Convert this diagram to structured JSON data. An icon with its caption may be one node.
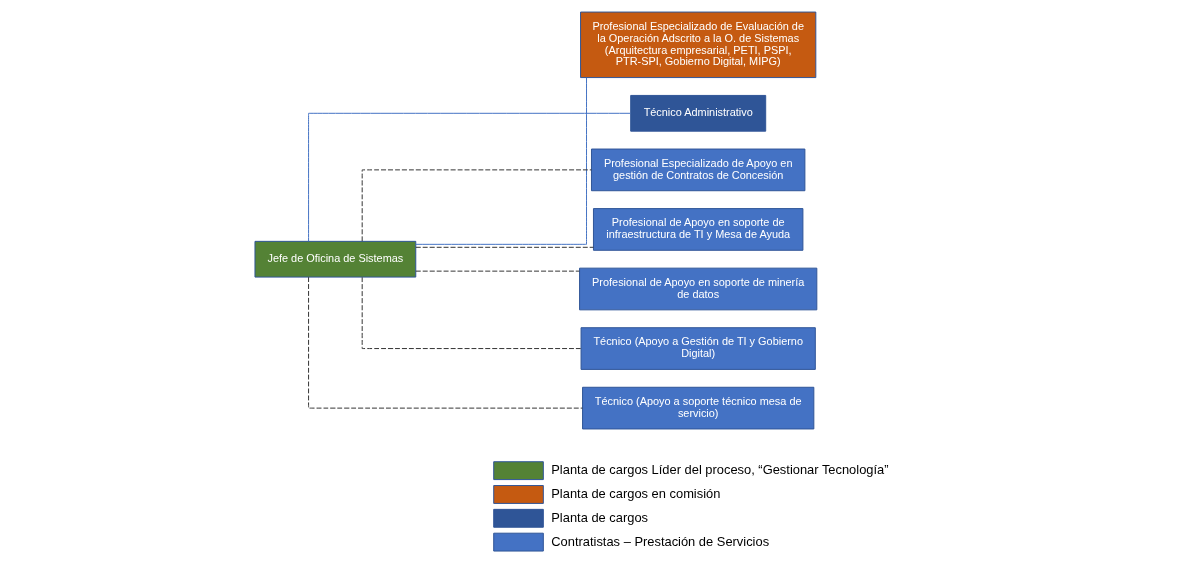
{
  "diagram": {
    "nodes": [
      {
        "text": [
          "Jefe de Oficina de Sistemas"
        ]
      },
      {
        "text": [
          "Profesional Especializado de Evaluación de la Operación Adscrito a la O. de Sistemas (Arquitectura empresarial, PETI, PSPI, PTR-SPI, Gobierno Digital, MIPG)"
        ]
      },
      {
        "text": [
          "Técnico Administrativo"
        ]
      },
      {
        "text": [
          "Profesional Especializado de Apoyo en gestión de Contratos de Concesión"
        ]
      },
      {
        "text": [
          "Profesional de Apoyo en soporte de infraestructura de TI y Mesa de Ayuda"
        ]
      },
      {
        "text": [
          "Profesional de Apoyo en soporte de minería de datos"
        ]
      },
      {
        "text": [
          "Técnico (Apoyo a Gestión de TI y Gobierno Digital)"
        ]
      },
      {
        "text": [
          "Técnico (Apoyo a soporte técnico mesa de servicio)"
        ]
      }
    ],
    "edges": [
      {
        "from": 0,
        "to": 1,
        "arrow": "none",
        "color": "#4472c4"
      },
      {
        "from": 0,
        "to": 2,
        "arrow": "none",
        "color": "#4472c4"
      },
      {
        "from": 0,
        "to": 3,
        "arrow": "none",
        "style": "dashed"
      },
      {
        "from": 0,
        "to": 4,
        "arrow": "none",
        "style": "dashed"
      },
      {
        "from": 0,
        "to": 5,
        "arrow": "none",
        "style": "dashed"
      },
      {
        "from": 0,
        "to": 6,
        "arrow": "none",
        "style": "dashed"
      },
      {
        "from": 0,
        "to": 7,
        "arrow": "none",
        "style": "dashed"
      }
    ],
    "legend": [
      {
        "text": "Planta de cargos Líder del proceso, “Gestionar Tecnología”",
        "color": "#548235"
      },
      {
        "text": "Planta de cargos en comisión",
        "color": "#c55a11"
      },
      {
        "text": "Planta de cargos",
        "color": "#2f5597"
      },
      {
        "text": "Contratistas – Prestación de Servicios",
        "color": "#4472c4"
      }
    ]
  }
}
